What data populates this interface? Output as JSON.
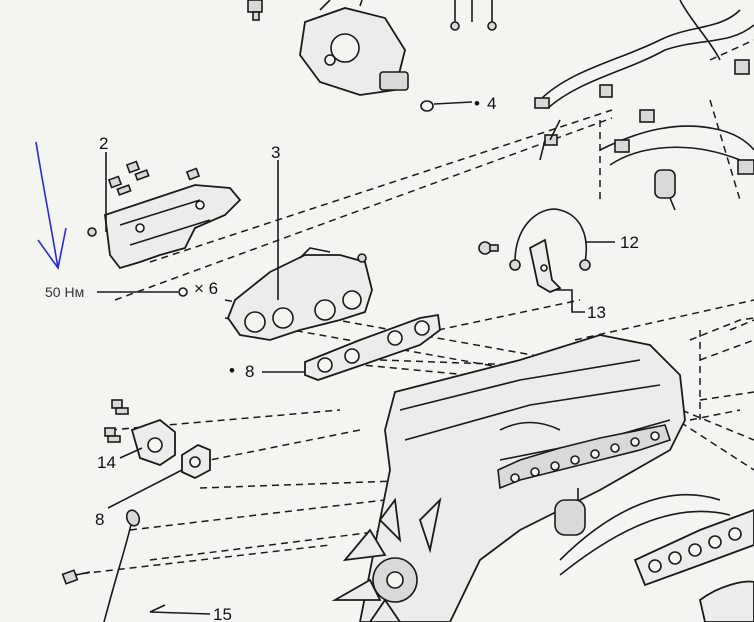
{
  "torque_label": "50 Нм",
  "multiplier_label": "× 6",
  "callouts": {
    "c2": "2",
    "c3": "3",
    "c4": "4",
    "c6_dot": "•",
    "c8_upper": "8",
    "c8_upper_dot": "•",
    "c8_lower": "8",
    "c12": "12",
    "c13": "13",
    "c14": "14",
    "c15": "15",
    "c4_dot": "•"
  },
  "colors": {
    "ink": "#1a1a1a",
    "annotation_arrow": "#2a2ad8",
    "paper": "#f4f4f1"
  }
}
